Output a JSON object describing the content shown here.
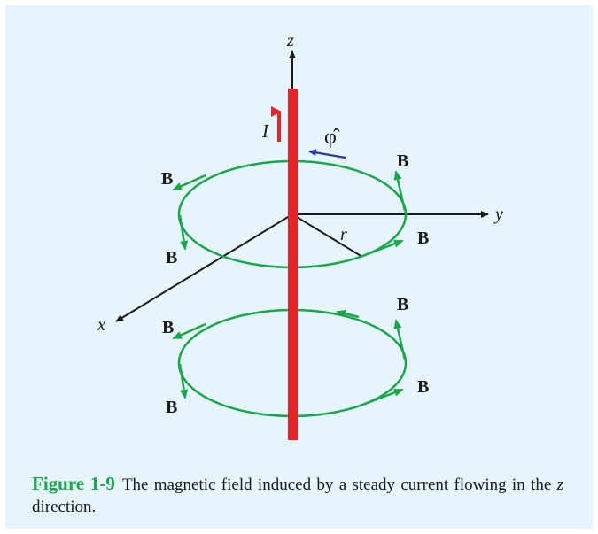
{
  "labels": {
    "z_axis": "z",
    "y_axis": "y",
    "x_axis": "x",
    "radius": "r",
    "current": "I",
    "phi_hat": "φ̂",
    "field": "B"
  },
  "caption": {
    "figure_number": "Figure 1-9",
    "text_before_z": "The magnetic field induced by a steady current flowing in the ",
    "z": "z",
    "text_after_z": " direction."
  },
  "colors": {
    "background": "#e6f4fb",
    "wire": "#e8232a",
    "field_loop": "#1aa64a",
    "phi_arrow": "#2b3a9a",
    "axes": "#1a1a1a",
    "figure_number": "#1aa64a"
  }
}
